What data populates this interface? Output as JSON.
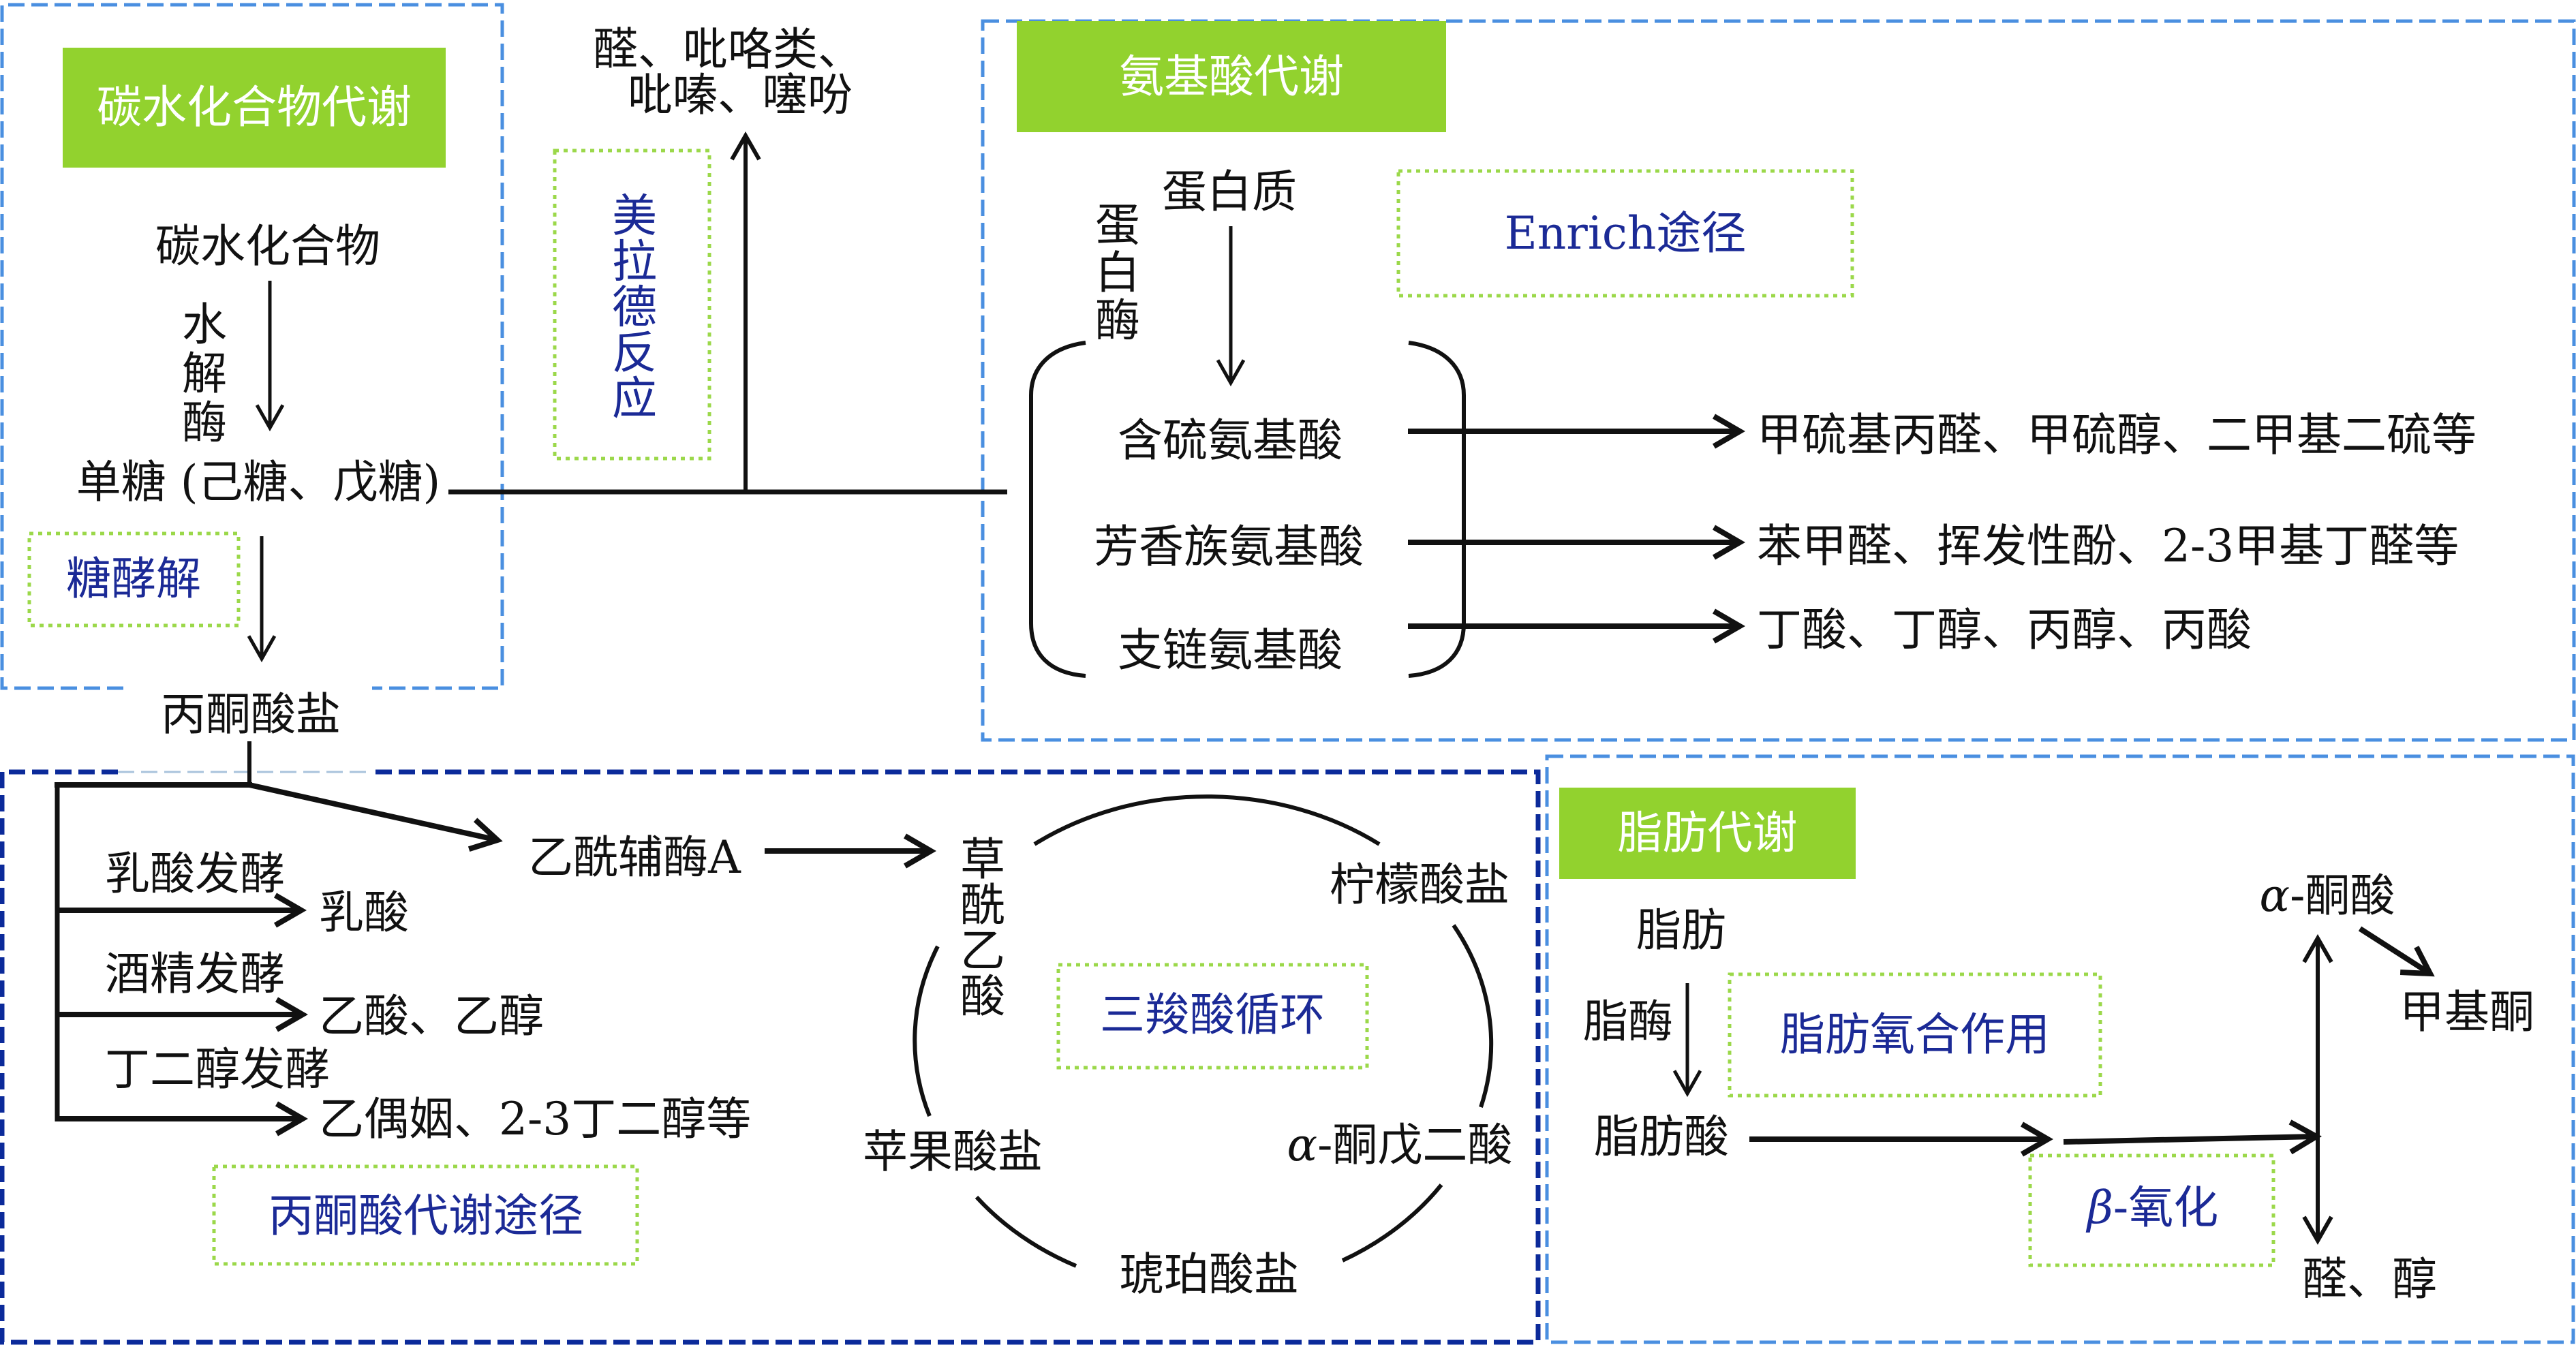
{
  "colors": {
    "header_green": "#92d22e",
    "label_dotted_green": "#9bd84a",
    "label_blue": "#1b2a96",
    "section_border_light_blue": "#4a8fe0",
    "section_border_navy": "#0b2a9a",
    "line_black": "#111111",
    "header_text": "#ffffff"
  },
  "carbohydrate": {
    "header": "碳水化合物代谢",
    "carbohydrate": "碳水化合物",
    "hydrolase": "水解酶",
    "monosaccharide": "单糖 (己糖、戊糖)",
    "glycolysis_label": "糖酵解",
    "pyruvate": "丙酮酸盐",
    "maillard_label": "美拉德反应",
    "maillard_products_line1": "醛、吡咯类、",
    "maillard_products_line2": "吡嗪、噻吩"
  },
  "amino_acid": {
    "header": "氨基酸代谢",
    "protein": "蛋白质",
    "protease": "蛋白酶",
    "pathway_label": "Enrich途径",
    "groups": [
      {
        "name": "含硫氨基酸",
        "products": "甲硫基丙醛、甲硫醇、二甲基二硫等"
      },
      {
        "name": "芳香族氨基酸",
        "products": "苯甲醛、挥发性酚、2-3甲基丁醛等"
      },
      {
        "name": "支链氨基酸",
        "products": "丁酸、丁醇、丙醇、丙酸"
      }
    ]
  },
  "pyruvate": {
    "pathway_label": "丙酮酸代谢途径",
    "acetyl_coa": "乙酰辅酶A",
    "fermentations": [
      {
        "name": "乳酸发酵",
        "products": "乳酸"
      },
      {
        "name": "酒精发酵",
        "products": "乙酸、乙醇"
      },
      {
        "name": "丁二醇发酵",
        "products": "乙偶姻、2-3丁二醇等"
      }
    ],
    "tca": {
      "label": "三羧酸循环",
      "oxaloacetate": "草酰乙酸",
      "citrate": "柠檬酸盐",
      "alpha_ketoglutarate": {
        "greek": "α",
        "rest": "-酮戊二酸"
      },
      "succinate": "琥珀酸盐",
      "malate": "苹果酸盐"
    }
  },
  "fat": {
    "header": "脂肪代谢",
    "fat": "脂肪",
    "lipase": "脂酶",
    "fatty_acid": "脂肪酸",
    "lipoxygenation_label": "脂肪氧合作用",
    "beta_oxidation_label": {
      "greek": "β",
      "rest": "-氧化"
    },
    "alpha_keto_acid": {
      "greek": "α",
      "rest": "-酮酸"
    },
    "methyl_ketone": "甲基酮",
    "aldehyde_alcohol": "醛、醇"
  }
}
